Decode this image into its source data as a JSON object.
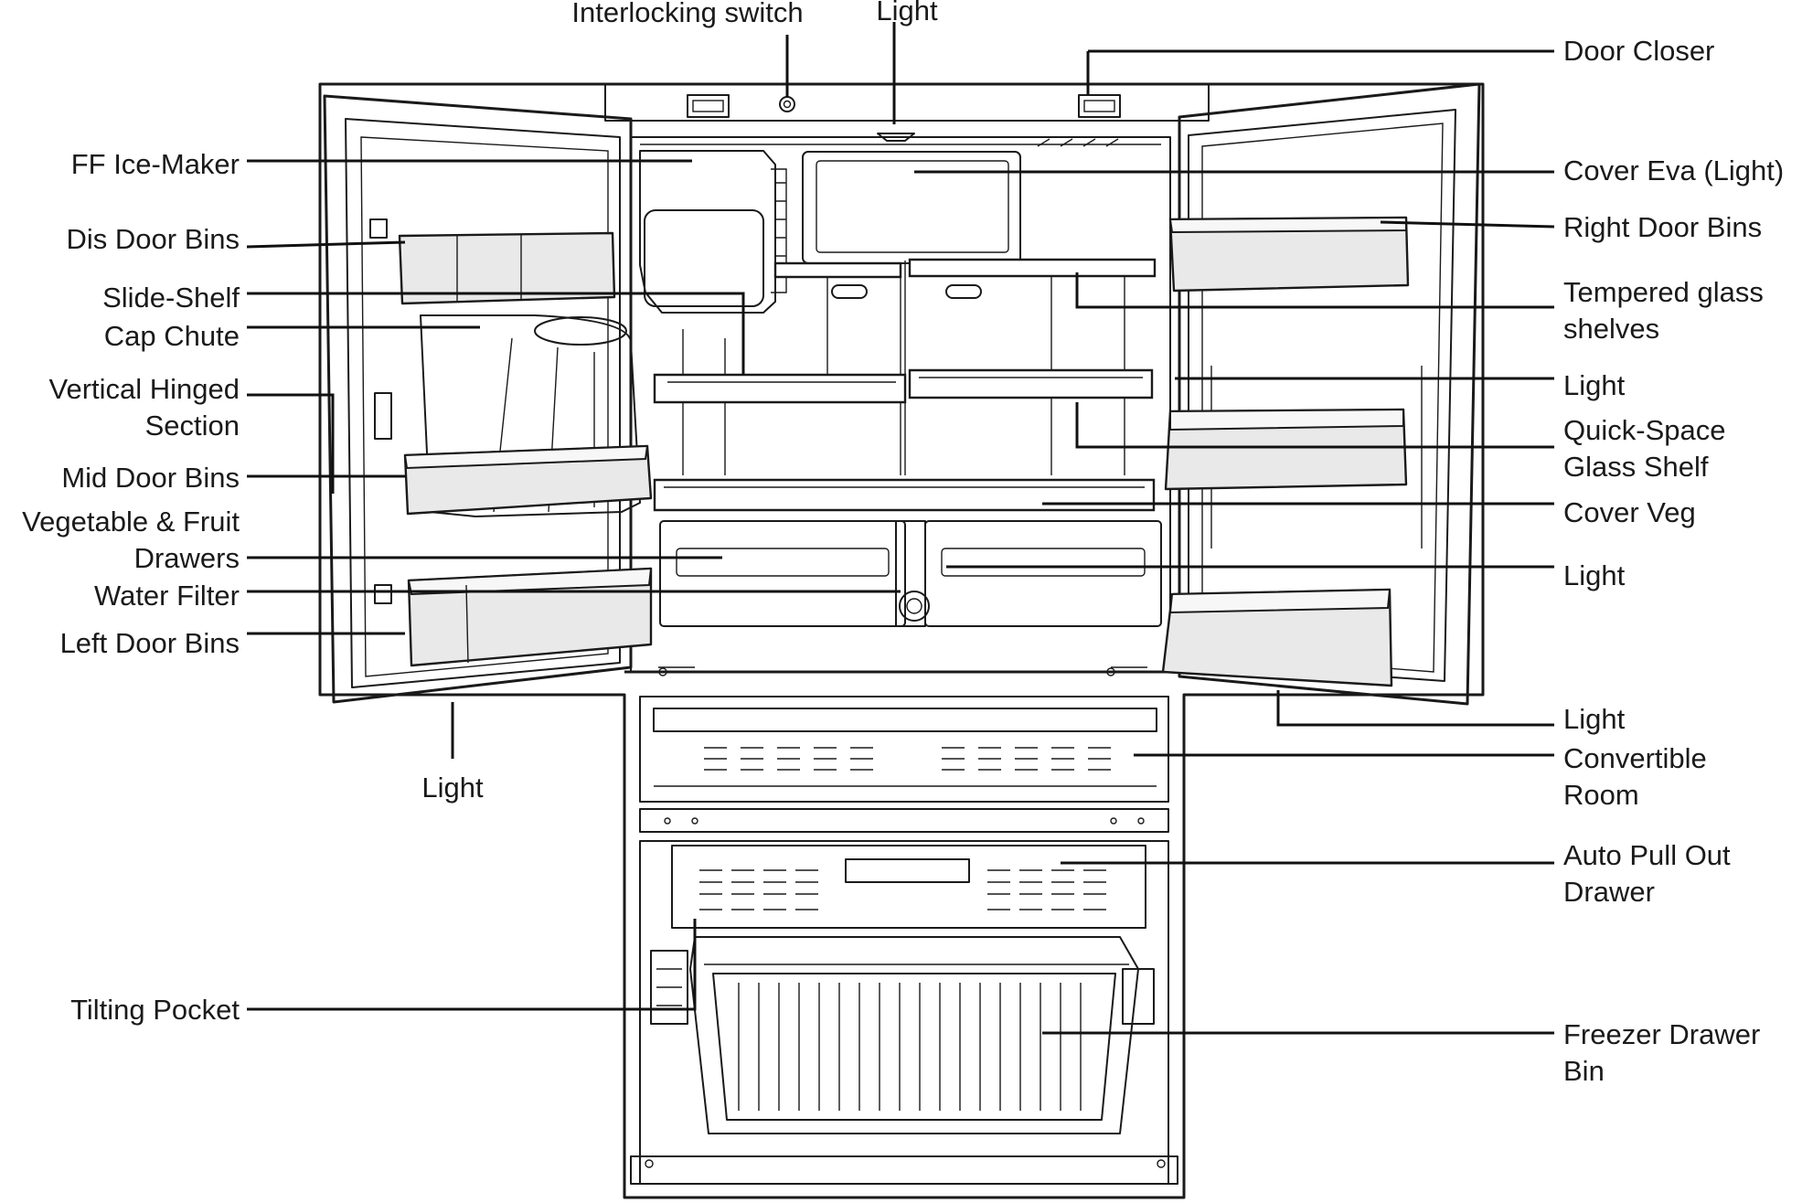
{
  "title": "",
  "labels": {
    "interlocking_switch": "Interlocking switch",
    "light_top": "Light",
    "door_closer": "Door Closer",
    "ff_ice_maker": "FF Ice-Maker",
    "cover_eva": "Cover Eva (Light)",
    "dis_door_bins": "Dis Door Bins",
    "right_door_bins": "Right Door Bins",
    "slide_shelf": "Slide-Shelf",
    "tempered_glass_1": "Tempered glass",
    "tempered_glass_2": "shelves",
    "cap_chute": "Cap Chute",
    "vertical_hinged_1": "Vertical Hinged",
    "vertical_hinged_2": "Section",
    "light_right_upper": "Light",
    "quick_space_1": "Quick-Space",
    "quick_space_2": "Glass Shelf",
    "mid_door_bins": "Mid Door Bins",
    "cover_veg": "Cover Veg",
    "veg_fruit_1": "Vegetable & Fruit",
    "veg_fruit_2": "Drawers",
    "light_right_mid": "Light",
    "water_filter": "Water Filter",
    "left_door_bins": "Left Door Bins",
    "light_right_lower": "Light",
    "convertible_1": "Convertible",
    "convertible_2": "Room",
    "light_bottom_left": "Light",
    "auto_pull_1": "Auto Pull Out",
    "auto_pull_2": "Drawer",
    "tilting_pocket": "Tilting Pocket",
    "freezer_bin_1": "Freezer Drawer",
    "freezer_bin_2": "Bin"
  }
}
